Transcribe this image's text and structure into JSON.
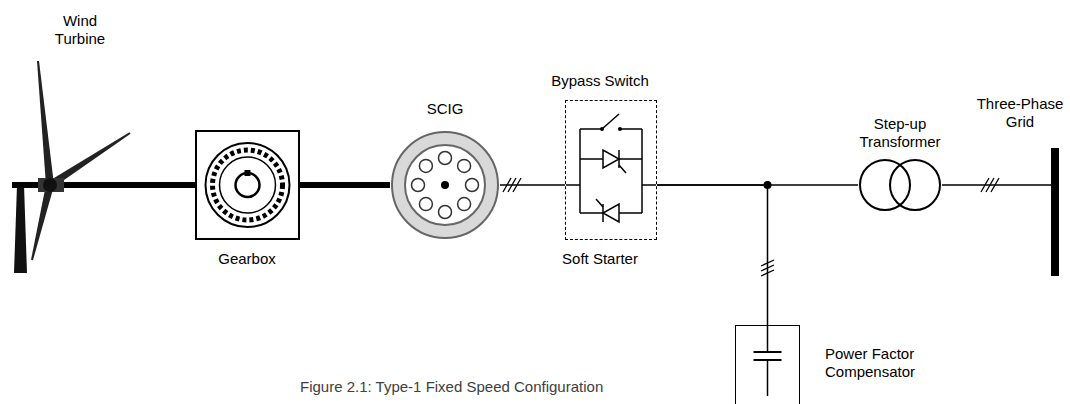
{
  "diagram": {
    "caption": "Figure 2.1: Type-1 Fixed Speed Configuration",
    "nodes": [
      {
        "text": [
          "Wind Turbine"
        ]
      },
      {
        "text": [
          "Gearbox"
        ]
      },
      {
        "text": [
          "SCIG"
        ]
      },
      {
        "text": [
          "Bypass Switch",
          "Soft Starter"
        ]
      },
      {
        "text": [
          "Step-up Transformer"
        ]
      },
      {
        "text": [
          "Three-Phase Grid"
        ]
      },
      {
        "text": [
          "Power Factor Compensator"
        ]
      }
    ],
    "edges": [
      {
        "from": 0,
        "to": 1,
        "arrow": "none"
      },
      {
        "from": 1,
        "to": 2,
        "arrow": "none"
      },
      {
        "from": 2,
        "to": 3,
        "arrow": "none"
      },
      {
        "from": 3,
        "to": 4,
        "arrow": "none"
      },
      {
        "from": 3,
        "to": 6,
        "arrow": "none"
      },
      {
        "from": 4,
        "to": 5,
        "arrow": "none"
      }
    ]
  }
}
